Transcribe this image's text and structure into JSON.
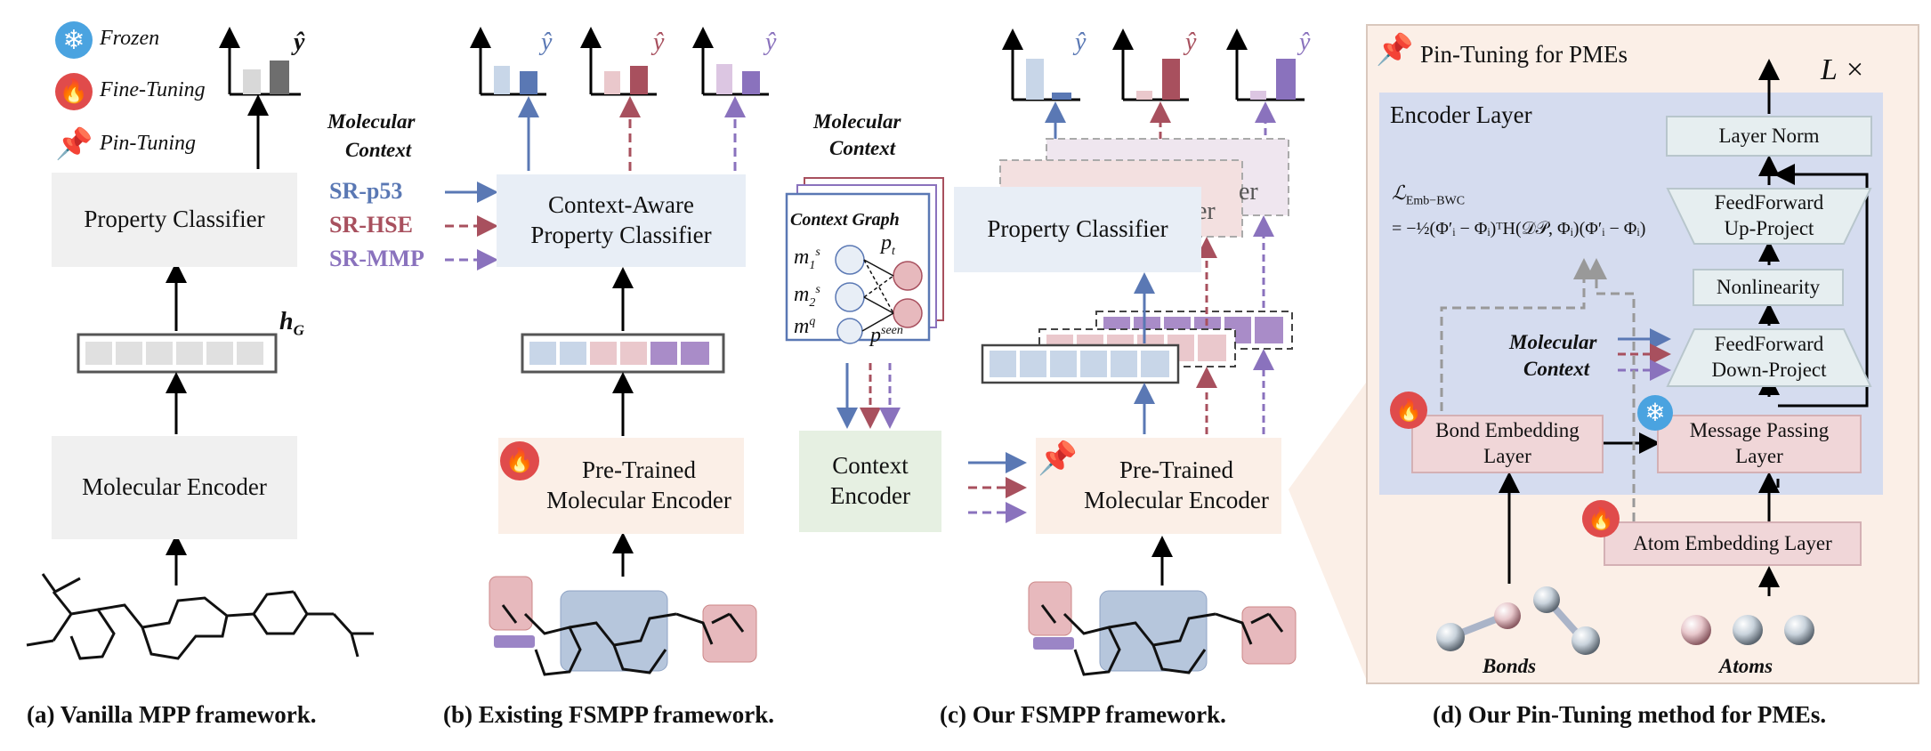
{
  "legend": {
    "frozen": "Frozen",
    "fine_tuning": "Fine-Tuning",
    "pin_tuning": "Pin-Tuning"
  },
  "colors": {
    "blue": "#5a78b4",
    "red": "#a8505e",
    "purple": "#8a72bd",
    "grey_box": "#f0f0f0",
    "peach_box": "#fbefe7",
    "light_blue_box": "#e8eef6",
    "encoder_layer_bg": "#d5dcef",
    "pink_box": "#f0d6d8",
    "green_box": "#e6f0e2"
  },
  "icons": [
    "snowflake-icon",
    "flame-icon",
    "pin-icon"
  ],
  "panel_a": {
    "y_hat": "ŷ",
    "classifier": "Property Classifier",
    "h_g": "h",
    "h_g_sub": "G",
    "encoder": "Molecular Encoder",
    "caption": "(a) Vanilla MPP framework."
  },
  "panel_b": {
    "y_hat": "ŷ",
    "context_title_1": "Molecular",
    "context_title_2": "Context",
    "tasks": [
      "SR-p53",
      "SR-HSE",
      "SR-MMP"
    ],
    "classifier_1": "Context-Aware",
    "classifier_2": "Property Classifier",
    "encoder_1": "Pre-Trained",
    "encoder_2": "Molecular Encoder",
    "caption": "(b) Existing FSMPP framework."
  },
  "panel_c": {
    "y_hat": "ŷ",
    "context_title_1": "Molecular",
    "context_title_2": "Context",
    "context_graph": "Context Graph",
    "nodes": {
      "m1": "m",
      "m1_sub": "1",
      "m1_sup": "s",
      "m2": "m",
      "m2_sub": "2",
      "m2_sup": "s",
      "mq": "m",
      "mq_sup": "q",
      "pt": "p",
      "pt_sub": "t",
      "pseen": "p",
      "pseen_sup": "seen"
    },
    "context_encoder_1": "Context",
    "context_encoder_2": "Encoder",
    "classifier": "Property Classifier",
    "classifier_back": "er",
    "encoder_1": "Pre-Trained",
    "encoder_2": "Molecular Encoder",
    "caption": "(c) Our FSMPP framework."
  },
  "panel_d": {
    "title": "Pin-Tuning for PMEs",
    "repeat": "L ×",
    "encoder_layer": "Encoder Layer",
    "layer_norm": "Layer Norm",
    "ff_up_1": "FeedForward",
    "ff_up_2": "Up-Project",
    "nonlinearity": "Nonlinearity",
    "ff_down_1": "FeedForward",
    "ff_down_2": "Down-Project",
    "mp_1": "Message Passing",
    "mp_2": "Layer",
    "bond_1": "Bond Embedding",
    "bond_2": "Layer",
    "atom": "Atom Embedding Layer",
    "loss_name": "ℒ",
    "loss_sub": "Emb−BWC",
    "loss_eq": "= −½(Φ′ᵢ − Φᵢ)ᵀH(𝒟𝒫, Φᵢ)(Φ′ᵢ − Φᵢ)",
    "molecular_context_1": "Molecular",
    "molecular_context_2": "Context",
    "bonds": "Bonds",
    "atoms": "Atoms",
    "caption": "(d) Our Pin-Tuning method for PMEs."
  }
}
